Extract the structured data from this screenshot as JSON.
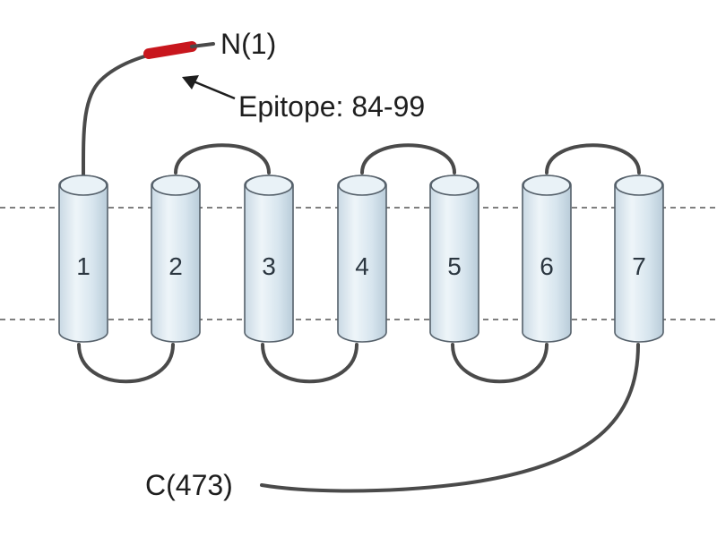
{
  "diagram": {
    "n_terminus_label": "N(1)",
    "c_terminus_label": "C(473)",
    "epitope_label": "Epitope: 84-99",
    "helices": [
      {
        "label": "1"
      },
      {
        "label": "2"
      },
      {
        "label": "3"
      },
      {
        "label": "4"
      },
      {
        "label": "5"
      },
      {
        "label": "6"
      },
      {
        "label": "7"
      }
    ],
    "colors": {
      "epitope": "#c8161d",
      "loop": "#4a4a4a",
      "helix_fill": "#dce8f0",
      "helix_stroke": "#55606a"
    }
  }
}
